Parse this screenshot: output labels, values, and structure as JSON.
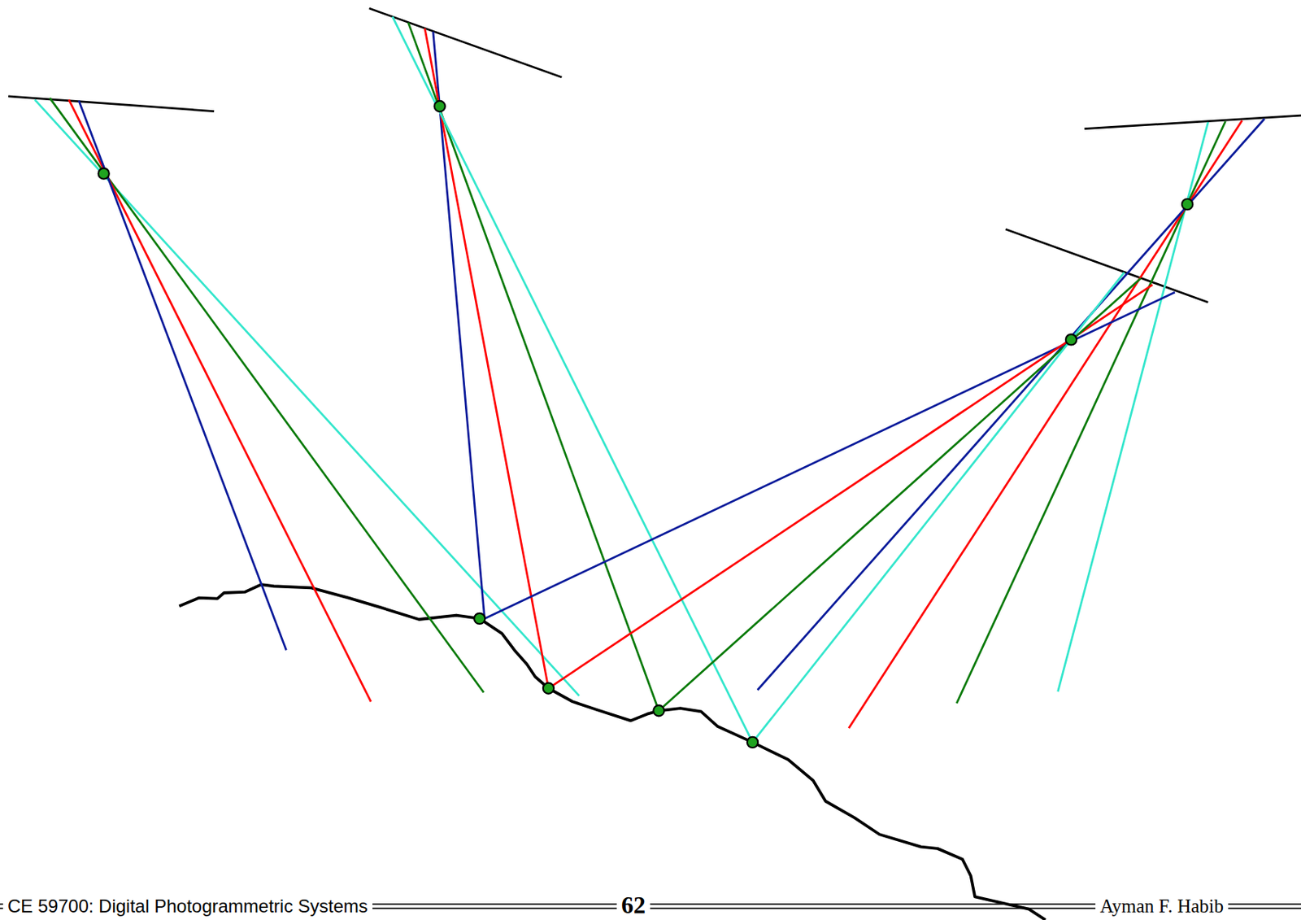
{
  "diagram": {
    "labels": [
      "CE 59700: Digital Photogrammetric Systems",
      "62",
      "Ayman F. Habib"
    ]
  }
}
